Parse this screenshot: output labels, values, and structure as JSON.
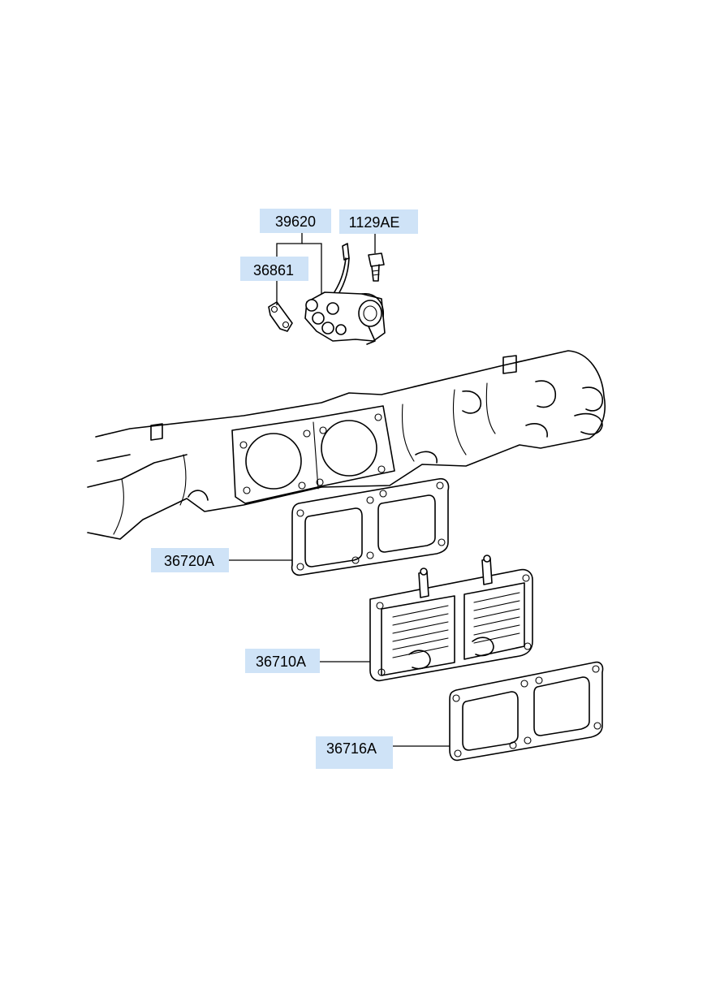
{
  "diagram": {
    "highlight_color": "#cfe3f7",
    "callouts": [
      {
        "id": "39620",
        "label": "39620"
      },
      {
        "id": "1129AE",
        "label": "1129AE"
      },
      {
        "id": "36861",
        "label": "36861"
      },
      {
        "id": "36720A",
        "label": "36720A"
      },
      {
        "id": "36710A",
        "label": "36710A"
      },
      {
        "id": "36716A",
        "label": "36716A"
      }
    ]
  }
}
